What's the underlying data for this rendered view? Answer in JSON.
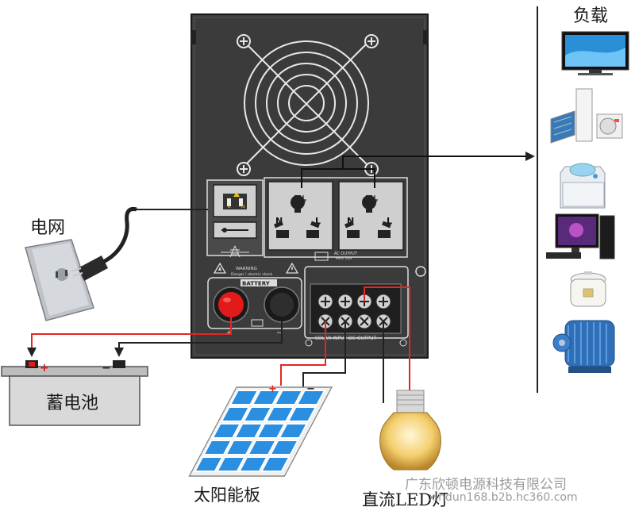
{
  "labels": {
    "load": "负载",
    "grid": "电网",
    "battery": "蓄电池",
    "solar_panel": "太阳能板",
    "led_lamp": "直流LED灯"
  },
  "panel": {
    "socket_n": "N",
    "socket_l": "L",
    "ac_output": "AC OUTPUT",
    "ac_output_max": "MAX 10A",
    "warning": "WARNING",
    "warning_detail": "Danger ! electric shock",
    "battery": "BATTERY",
    "terminal_labels": "SOLAR INPUT  DC OUTPUT",
    "inlet_l": "L",
    "inlet_n": "N"
  },
  "polarity": {
    "plus": "+",
    "minus": "−"
  },
  "watermark": {
    "company": "广东欣顿电源科技有限公司",
    "site": "xindun168.b2b.hc360.com"
  },
  "loads": [
    "tv-icon",
    "air-conditioner-icon",
    "washing-machine-icon",
    "desktop-computer-icon",
    "rice-cooker-icon",
    "electric-motor-icon"
  ],
  "colors": {
    "panel": "#3d3d3d",
    "wire_red": "#e52525",
    "wire_black": "#222222",
    "solar": "#2a8fe0"
  }
}
